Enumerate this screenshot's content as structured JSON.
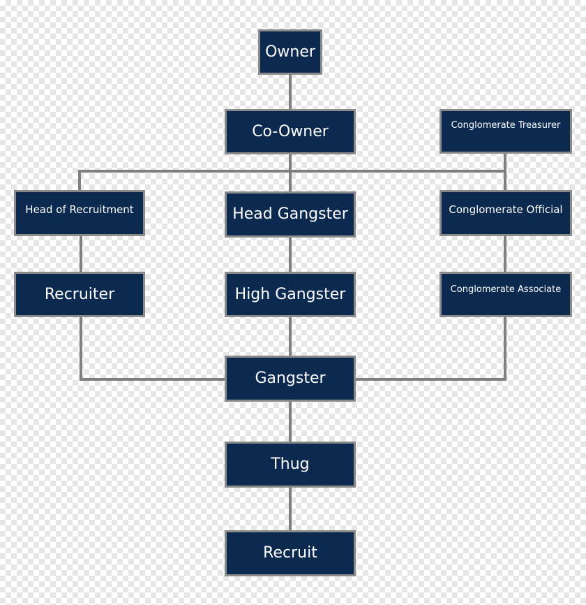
{
  "org_chart": {
    "owner": "Owner",
    "co_owner": "Co-Owner",
    "conglomerate_treasurer": "Conglomerate Treasurer",
    "head_of_recruitment": "Head of Recruitment",
    "head_gangster": "Head Gangster",
    "conglomerate_official": "Conglomerate Official",
    "recruiter": "Recruiter",
    "high_gangster": "High Gangster",
    "conglomerate_associate": "Conglomerate Associate",
    "gangster": "Gangster",
    "thug": "Thug",
    "recruit": "Recruit"
  },
  "colors": {
    "node_fill": "#0c2a4f",
    "node_border": "#8a8a8a",
    "connector": "#7f7f7f",
    "node_text": "#ffffff"
  }
}
